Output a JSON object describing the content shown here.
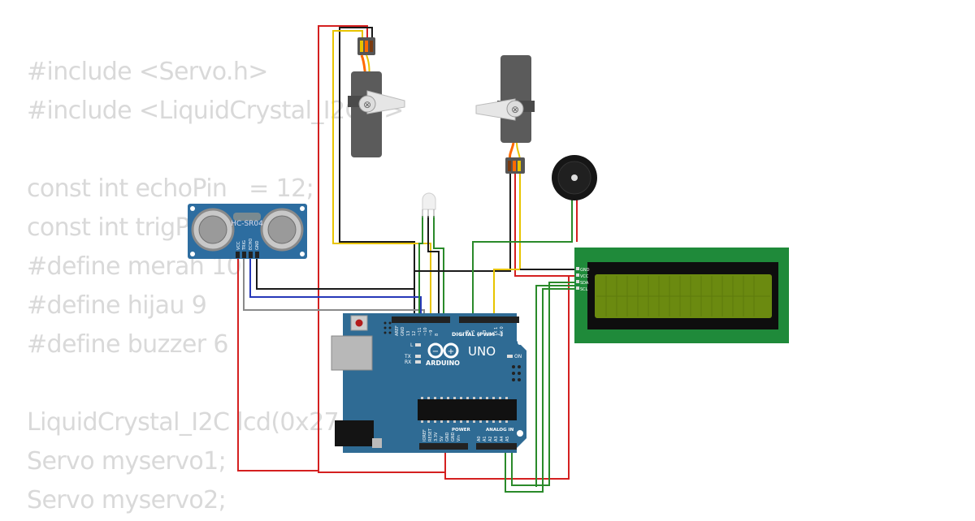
{
  "code_lines": [
    "#include <Servo.h>",
    "#include <LiquidCrystal_I2C.h>",
    "",
    "const int echoPin   = 12;",
    "const int trigPin",
    "#define merah 10",
    "#define hijau 9",
    "#define buzzer 6",
    "",
    "LiquidCrystal_I2C lcd(0x27",
    "Servo myservo1;",
    "Servo myservo2;"
  ],
  "ultrasonic": {
    "model": "HC-SR04",
    "pins": [
      "VCC",
      "TRIG",
      "ECHO",
      "GND"
    ]
  },
  "arduino": {
    "name": "UNO",
    "brand": "ARDUINO",
    "digital_header": "DIGITAL (PWM ~)",
    "top_pins": [
      "AREF",
      "GND",
      "13",
      "12",
      "~11",
      "~10",
      "~9",
      "8",
      "7",
      "~6",
      "~5",
      "4",
      "~3",
      "2",
      "TX 1",
      "RX 0"
    ],
    "power_header": "POWER",
    "power_pins": [
      "IOREF",
      "RESET",
      "3.3V",
      "5V",
      "GND",
      "GND",
      "Vin"
    ],
    "analog_header": "ANALOG IN",
    "analog_pins": [
      "A0",
      "A1",
      "A2",
      "A3",
      "A4",
      "A5"
    ],
    "led_l": "L",
    "led_tx": "TX",
    "led_rx": "RX",
    "led_on": "ON"
  },
  "lcd": {
    "pins": [
      "GND",
      "VCC",
      "SDA",
      "SCL"
    ]
  },
  "colors": {
    "wire_red": "#d42020",
    "wire_black": "#1a1a1a",
    "wire_green": "#2a8a2a",
    "wire_yellow": "#e8c400",
    "wire_blue": "#2638b8",
    "wire_gray": "#8a8a8a",
    "wire_orange": "#ff6a00",
    "board_blue": "#2f6b94",
    "lcd_green": "#1f8a3a",
    "lcd_screen": "#6b8a10",
    "code_text": "#d9d9d9"
  }
}
